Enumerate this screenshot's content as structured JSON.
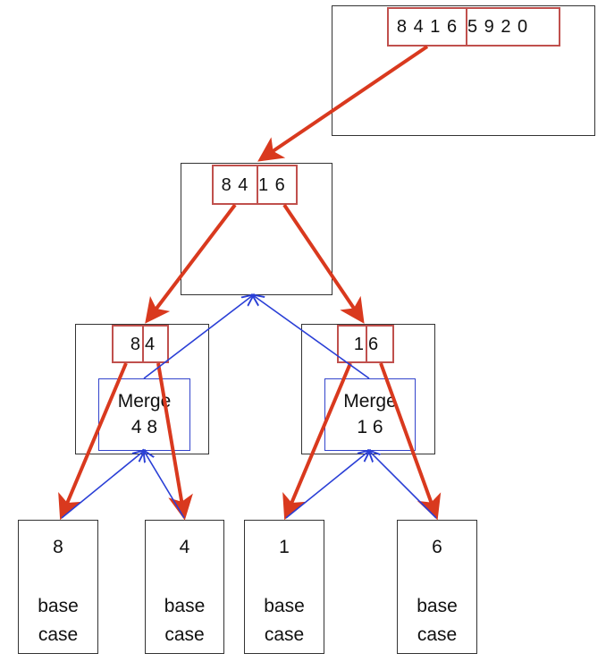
{
  "root": {
    "left": "8 4 1 6",
    "right": "5 9 2 0"
  },
  "level1": {
    "left": "8 4",
    "right": "1 6"
  },
  "level2_left": {
    "left": "8",
    "right": "4",
    "merge_title": "Merge",
    "merge_result": "4 8"
  },
  "level2_right": {
    "left": "1",
    "right": "6",
    "merge_title": "Merge",
    "merge_result": "1 6"
  },
  "leaves": [
    {
      "value": "8",
      "label_line1": "base",
      "label_line2": "case"
    },
    {
      "value": "4",
      "label_line1": "base",
      "label_line2": "case"
    },
    {
      "value": "1",
      "label_line1": "base",
      "label_line2": "case"
    },
    {
      "value": "6",
      "label_line1": "base",
      "label_line2": "case"
    }
  ],
  "colors": {
    "split_arrow": "#d9391e",
    "merge_arrow": "#2a3fd6",
    "cell_border": "#c0504d",
    "merge_border": "#3344cc"
  }
}
